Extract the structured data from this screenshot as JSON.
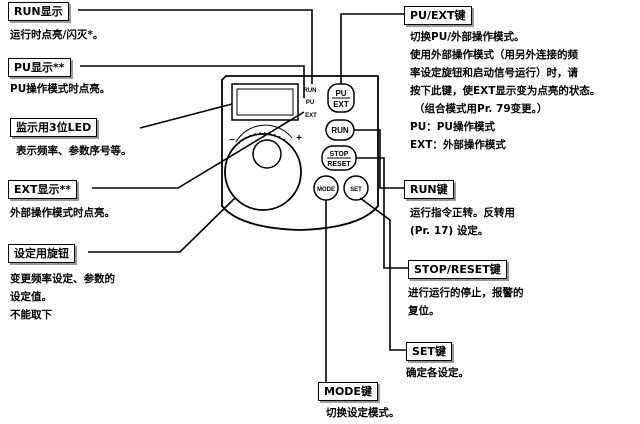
{
  "labels": {
    "run_display": "RUN显示",
    "pu_display": "PU显示**",
    "led_monitor": "监示用3位LED",
    "ext_display": "EXT显示**",
    "setting_knob": "设定用旋钮",
    "pu_ext_key": "PU/EXT键",
    "run_key": "RUN键",
    "stop_reset_key": "STOP/RESET键",
    "set_key": "SET键",
    "mode_key": "MODE键"
  },
  "descriptions": {
    "run_display": [
      "运行时点亮/闪灭*。"
    ],
    "pu_display": [
      "PU操作模式时点亮。"
    ],
    "led_monitor": [
      "表示频率、参数序号等。"
    ],
    "ext_display": [
      "外部操作模式时点亮。"
    ],
    "setting_knob": [
      "变更频率设定、参数的",
      "设定值。",
      "不能取下"
    ],
    "pu_ext_key": [
      "切换PU/外部操作模式。",
      "使用外部操作模式（用另外连接的频",
      "率设定旋钮和启动信号运行）时，请",
      "按下此键，使EXT显示变为点亮的状态。",
      "（组合模式用Pr. 79变更。）",
      "PU：PU操作模式",
      "EXT：外部操作模式"
    ],
    "run_key": [
      "运行指令正转。反转用",
      "(Pr. 17) 设定。"
    ],
    "stop_reset_key": [
      "进行运行的停止，报警的",
      "复位。"
    ],
    "set_key": [
      "确定各设定。"
    ],
    "mode_key": [
      "切换设定模式。"
    ]
  },
  "panel": {
    "ind_run": "RUN",
    "ind_pu": "PU",
    "ind_ext": "EXT",
    "key_pu": "PU",
    "key_ext": "EXT",
    "key_run": "RUN",
    "key_stop": "STOP",
    "key_reset": "RESET",
    "key_mode": "MODE",
    "key_set": "SET",
    "knob_minus": "−",
    "knob_plus": "+"
  }
}
